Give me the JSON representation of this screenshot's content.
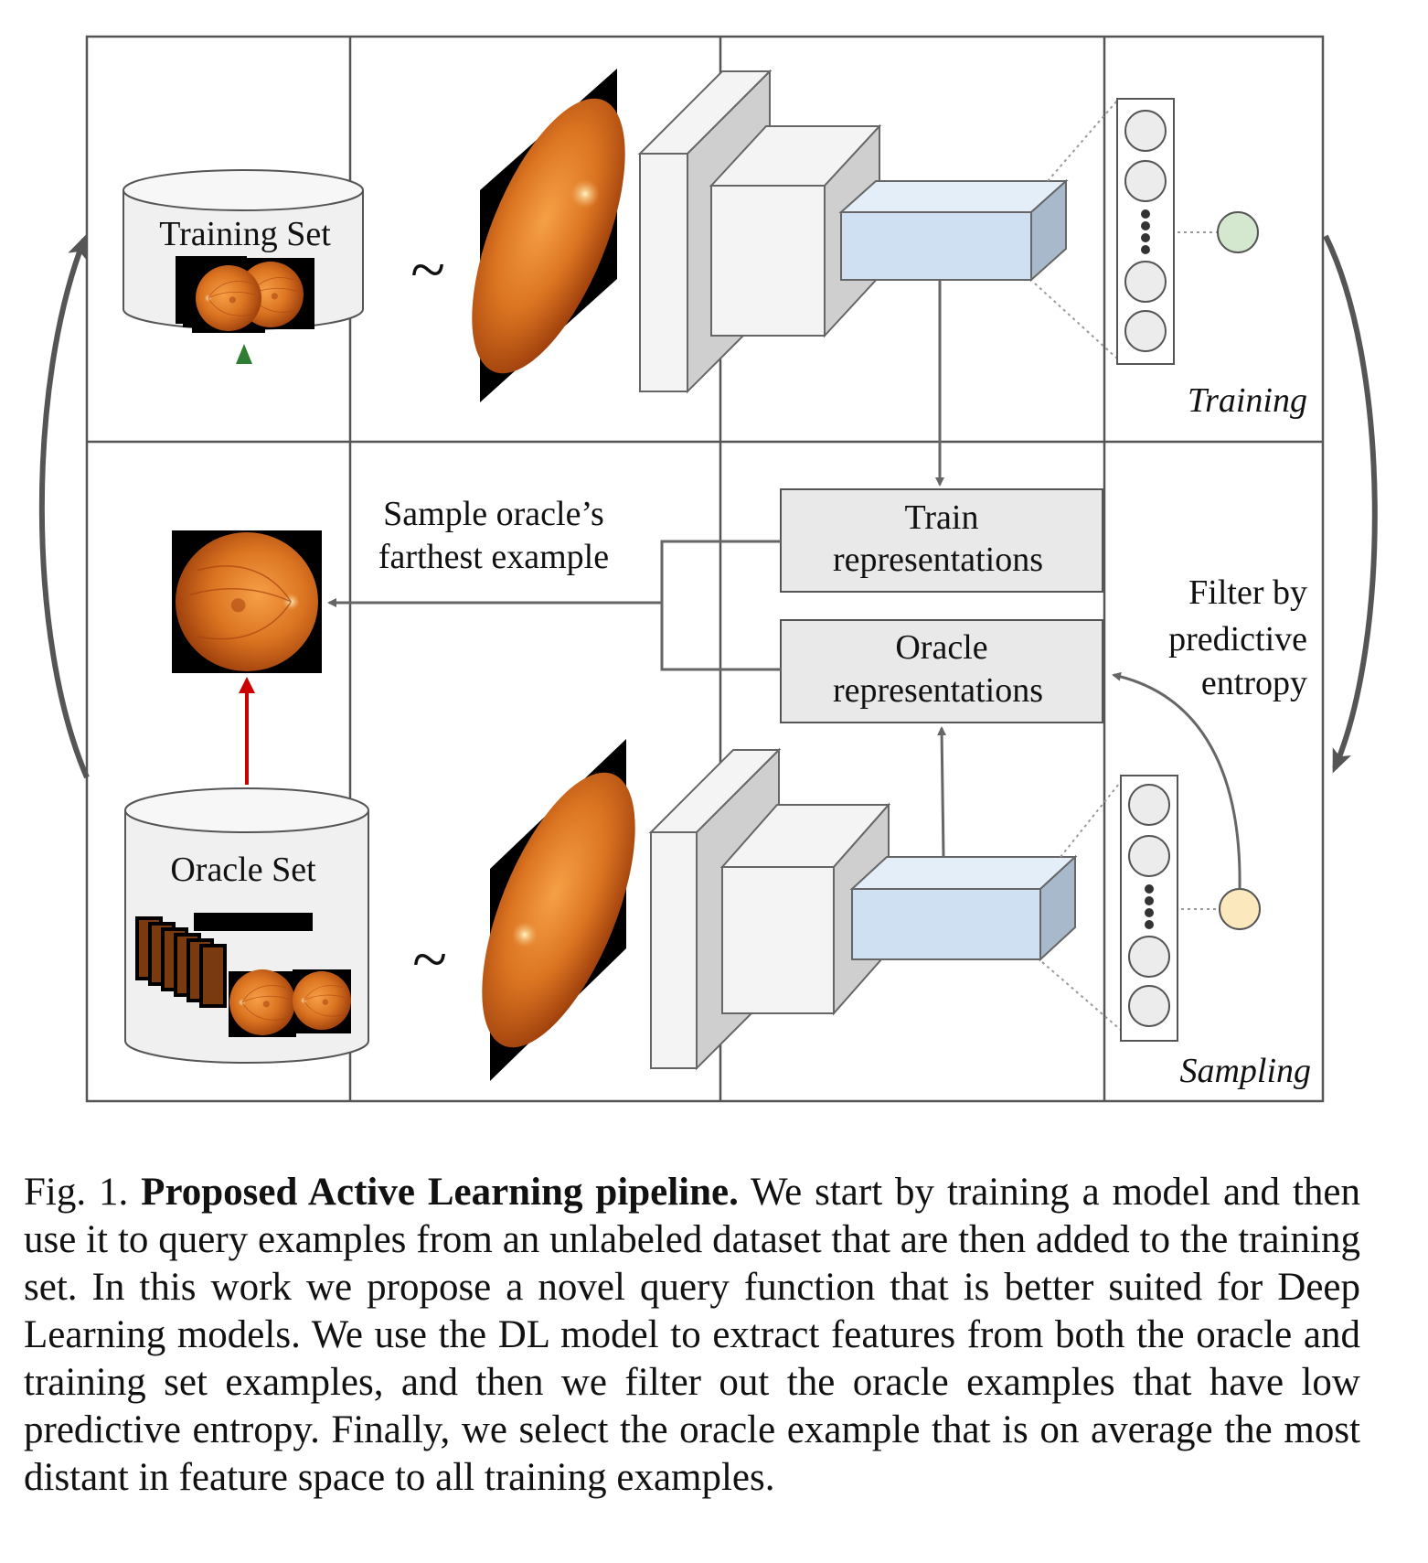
{
  "figure": {
    "training_panel": {
      "db_label": "Training Set",
      "tilde": "~",
      "corner_label": "Training"
    },
    "sampling_panel": {
      "db_label": "Oracle Set",
      "tilde": "~",
      "corner_label": "Sampling"
    },
    "sample_text": [
      "Sample oracle’s",
      "farthest example"
    ],
    "train_repr": [
      "Train",
      "representations"
    ],
    "oracle_repr": [
      "Oracle",
      "representations"
    ],
    "filter_text": [
      "Filter by",
      "predictive",
      "entropy"
    ],
    "colors": {
      "box_fill": "#e9e9e9",
      "feature_fill": "#cfe0f3",
      "train_output": "#d3e8cf",
      "sampling_output": "#fbe9bd",
      "oracle_arrow": "#cc0000",
      "insert_marker": "#2e7d32",
      "fundus": "#d9731c"
    }
  },
  "caption": {
    "prefix": "Fig. 1. ",
    "bold": "Proposed Active Learning pipeline.",
    "text": " We  start by training a model and then use it to query examples from an unlabeled dataset that are then added to the training set. In this work we propose a novel query function that is better suited for Deep Learning models. We use the DL model to extract features from both the oracle and training set examples, and then we filter out the oracle examples that have low predictive entropy. Finally, we select the oracle example that is on average the most distant in feature space to all training examples."
  }
}
